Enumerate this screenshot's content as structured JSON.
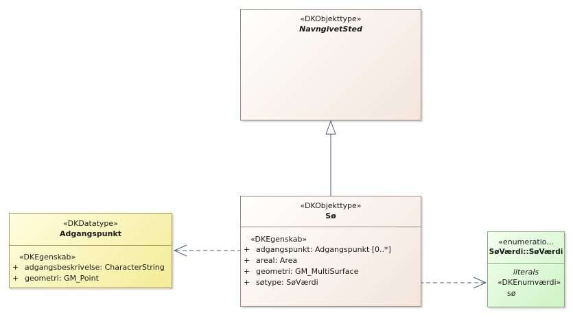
{
  "navngivet": {
    "stereotype": "«DKObjekttype»",
    "name": "NavngivetSted"
  },
  "so": {
    "stereotype": "«DKObjekttype»",
    "name": "Sø",
    "section_stereotype": "«DKEgenskab»",
    "attributes": [
      {
        "vis": "+",
        "text": "adgangspunkt: Adgangspunkt [0..*]"
      },
      {
        "vis": "+",
        "text": "areal: Area"
      },
      {
        "vis": "+",
        "text": "geometri: GM_MultiSurface"
      },
      {
        "vis": "+",
        "text": "søtype: SøVærdi"
      }
    ]
  },
  "adgang": {
    "stereotype": "«DKDatatype»",
    "name": "Adgangspunkt",
    "section_stereotype": "«DKEgenskab»",
    "attributes": [
      {
        "vis": "+",
        "text": "adgangsbeskrivelse: CharacterString"
      },
      {
        "vis": "+",
        "text": "geometri: GM_Point"
      }
    ]
  },
  "enum": {
    "stereotype": "«enumeratio...",
    "name": "SøVærdi::SøVærdi",
    "section_label": "literals",
    "literal_stereotype": "«DKEnumværdi»",
    "literals": [
      "sø"
    ]
  },
  "colors": {
    "objekttype_fill": "#f3e6dc",
    "datatype_fill": "#f3ec98",
    "enumeration_fill": "#cdf3c4",
    "connector": "#4a5a7a"
  }
}
